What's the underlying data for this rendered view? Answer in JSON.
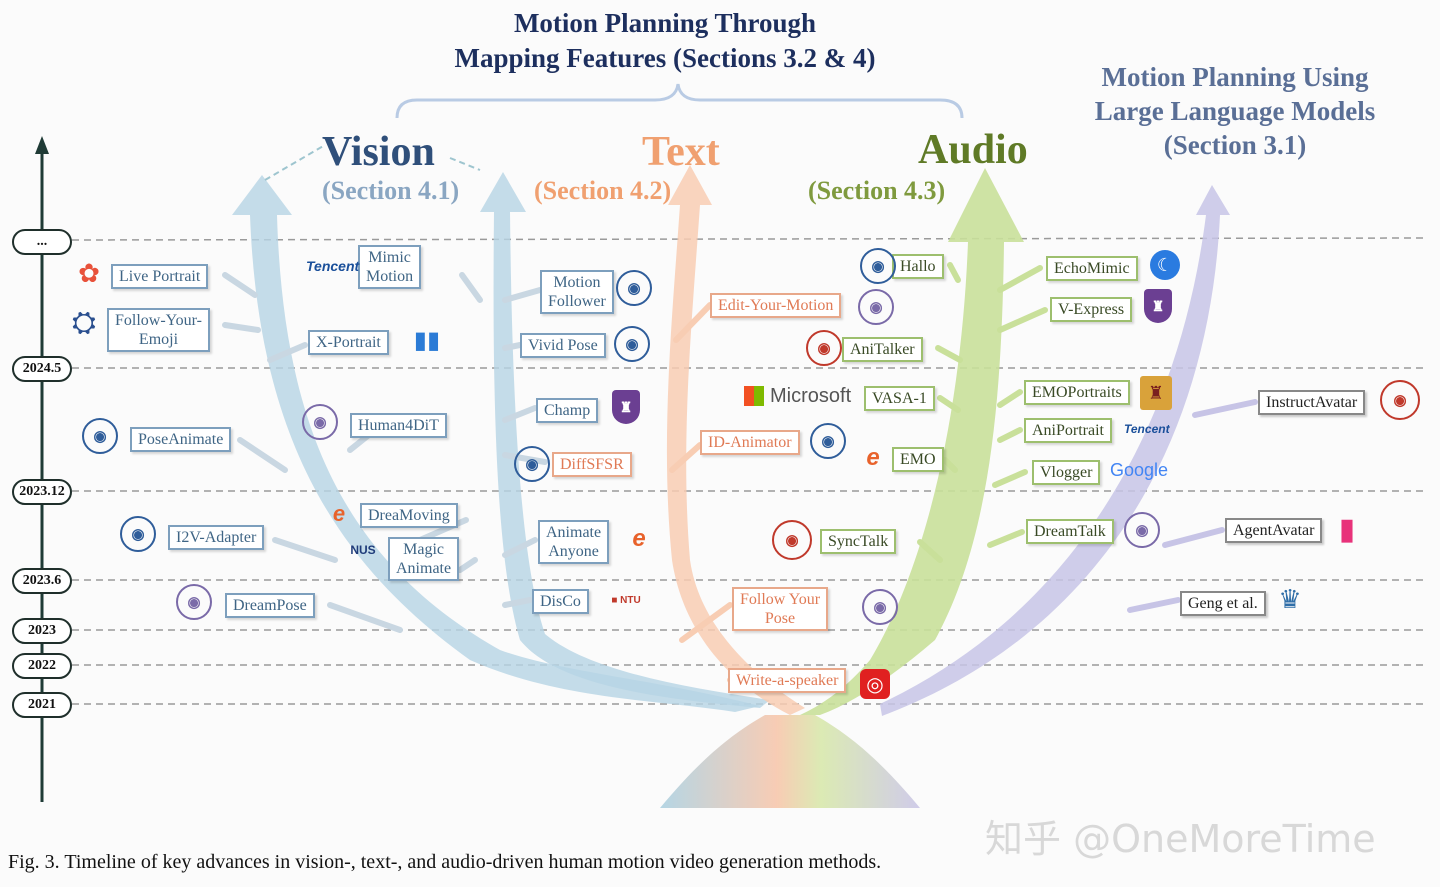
{
  "title": {
    "line1": "Motion Planning Through",
    "line2": "Mapping Features (Sections 3.2 & 4)"
  },
  "llm_title": {
    "line1": "Motion Planning Using",
    "line2": "Large Language Models",
    "line3": "(Section 3.1)"
  },
  "categories": {
    "vision": {
      "name": "Vision",
      "section": "(Section 4.1)",
      "color": "#2f4f7a"
    },
    "text": {
      "name": "Text",
      "section": "(Section 4.2)",
      "color": "#f0a070"
    },
    "audio": {
      "name": "Audio",
      "section": "(Section 4.3)",
      "color": "#5f8a26"
    }
  },
  "timeline": [
    "...",
    "2024.5",
    "2023.12",
    "2023.6",
    "2023",
    "2022",
    "2021"
  ],
  "vision_methods": {
    "live_portrait": "Live Portrait",
    "follow_emoji_1": "Follow-Your-",
    "follow_emoji_2": "Emoji",
    "mimic_1": "Mimic",
    "mimic_2": "Motion",
    "x_portrait": "X-Portrait",
    "pose_animate": "PoseAnimate",
    "human4dit": "Human4DiT",
    "i2v_adapter": "I2V-Adapter",
    "dream_moving": "DreaMoving",
    "magic_1": "Magic",
    "magic_2": "Animate",
    "dream_pose": "DreamPose",
    "motion_follower_1": "Motion",
    "motion_follower_2": "Follower",
    "vivid_pose": "Vivid Pose",
    "champ": "Champ",
    "diffsfsr": "DiffSFSR",
    "animate_anyone_1": "Animate",
    "animate_anyone_2": "Anyone",
    "disco": "DisCo"
  },
  "text_methods": {
    "edit_your_motion": "Edit-Your-Motion",
    "id_animator": "ID-Animator",
    "follow_pose_1": "Follow Your",
    "follow_pose_2": "Pose",
    "write_a_speaker": "Write-a-speaker"
  },
  "audio_methods": {
    "hallo": "Hallo",
    "anitalker": "AniTalker",
    "vasa1": "VASA-1",
    "emo": "EMO",
    "synctalk": "SyncTalk",
    "echomimic": "EchoMimic",
    "v_express": "V-Express",
    "emoportraits": "EMOPortraits",
    "aniportrait": "AniPortrait",
    "vlogger": "Vlogger",
    "dreamtalk": "DreamTalk"
  },
  "llm_methods": {
    "instruct_avatar": "InstructAvatar",
    "agent_avatar": "AgentAvatar",
    "geng": "Geng et al."
  },
  "logos": {
    "tencent": "Tencent",
    "tencent2": "Tencent",
    "microsoft": "Microsoft",
    "google": "Google",
    "nus": "NUS"
  },
  "caption": "Fig. 3.  Timeline of key advances in vision-, text-, and audio-driven human motion video generation methods.",
  "watermark": "知乎 @OneMoreTime"
}
